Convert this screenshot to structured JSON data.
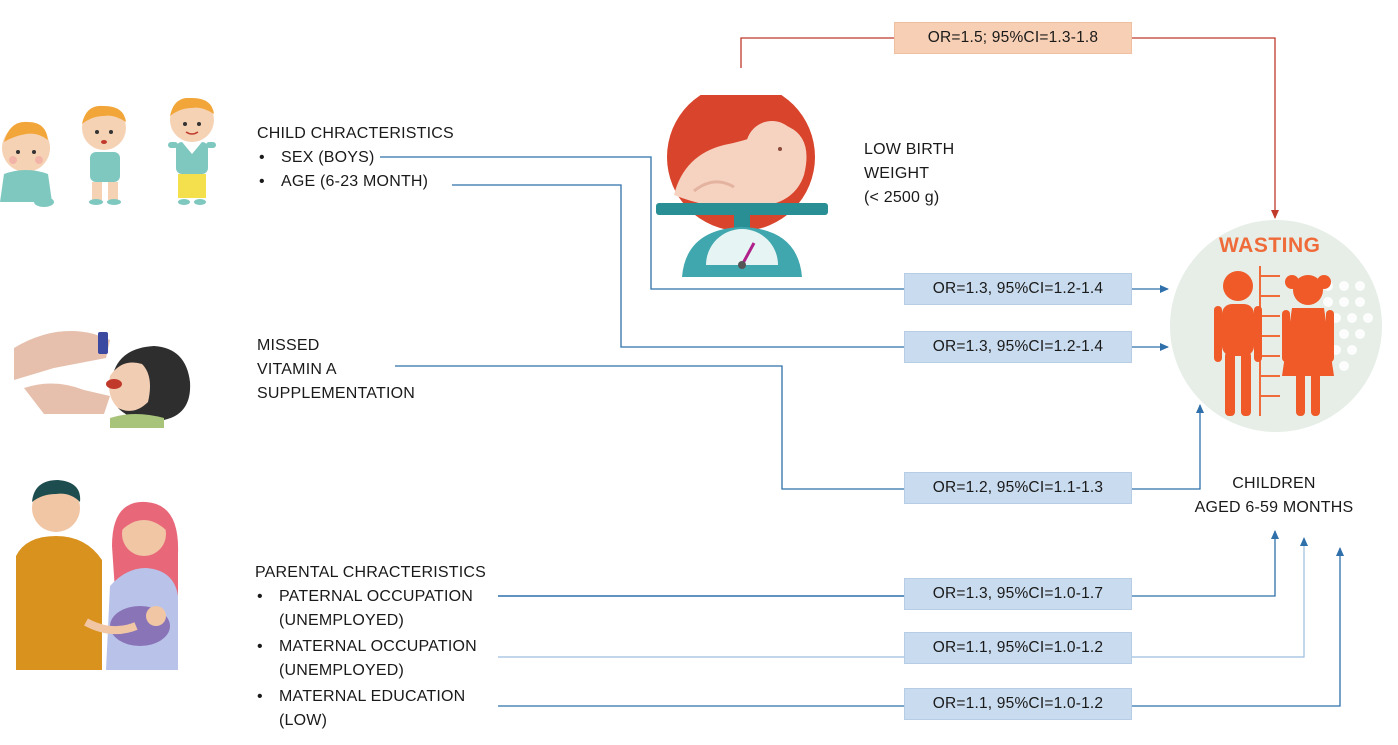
{
  "child": {
    "heading": "CHILD CHRACTERISTICS",
    "items": [
      "SEX (BOYS)",
      "AGE (6-23 MONTH)"
    ]
  },
  "vitamin": {
    "lines": [
      "MISSED",
      "VITAMIN A",
      "SUPPLEMENTATION"
    ]
  },
  "parental": {
    "heading": "PARENTAL CHRACTERISTICS",
    "items": [
      {
        "line1": "PATERNAL OCCUPATION",
        "line2": "(UNEMPLOYED)"
      },
      {
        "line1": "MATERNAL OCCUPATION",
        "line2": "(UNEMPLOYED)"
      },
      {
        "line1": "MATERNAL EDUCATION",
        "line2": "(LOW)"
      }
    ]
  },
  "birth": {
    "lines": [
      "LOW BIRTH",
      "WEIGHT",
      "(< 2500 g)"
    ]
  },
  "outcome": {
    "title": "WASTING",
    "population": [
      "CHILDREN",
      "AGED 6-59 MONTHS"
    ]
  },
  "odds": {
    "birth_weight": "OR=1.5; 95%CI=1.3-1.8",
    "sex": "OR=1.3, 95%CI=1.2-1.4",
    "age": "OR=1.3, 95%CI=1.2-1.4",
    "vitamin": "OR=1.2, 95%CI=1.1-1.3",
    "paternal_occupation": "OR=1.3, 95%CI=1.0-1.7",
    "maternal_occupation": "OR=1.1, 95%CI=1.0-1.2",
    "maternal_education": "OR=1.1, 95%CI=1.0-1.2"
  },
  "colors": {
    "blue_line": "#2f6faa",
    "red_line": "#c0392b",
    "or_box": "#c9dbee",
    "or_box_peach": "#f7cfb4",
    "wasting": "#ef6b3a"
  },
  "icons": [
    "babies-illustration",
    "vitamin-drops-illustration",
    "family-illustration",
    "baby-scale-illustration",
    "wasting-children-illustration"
  ]
}
